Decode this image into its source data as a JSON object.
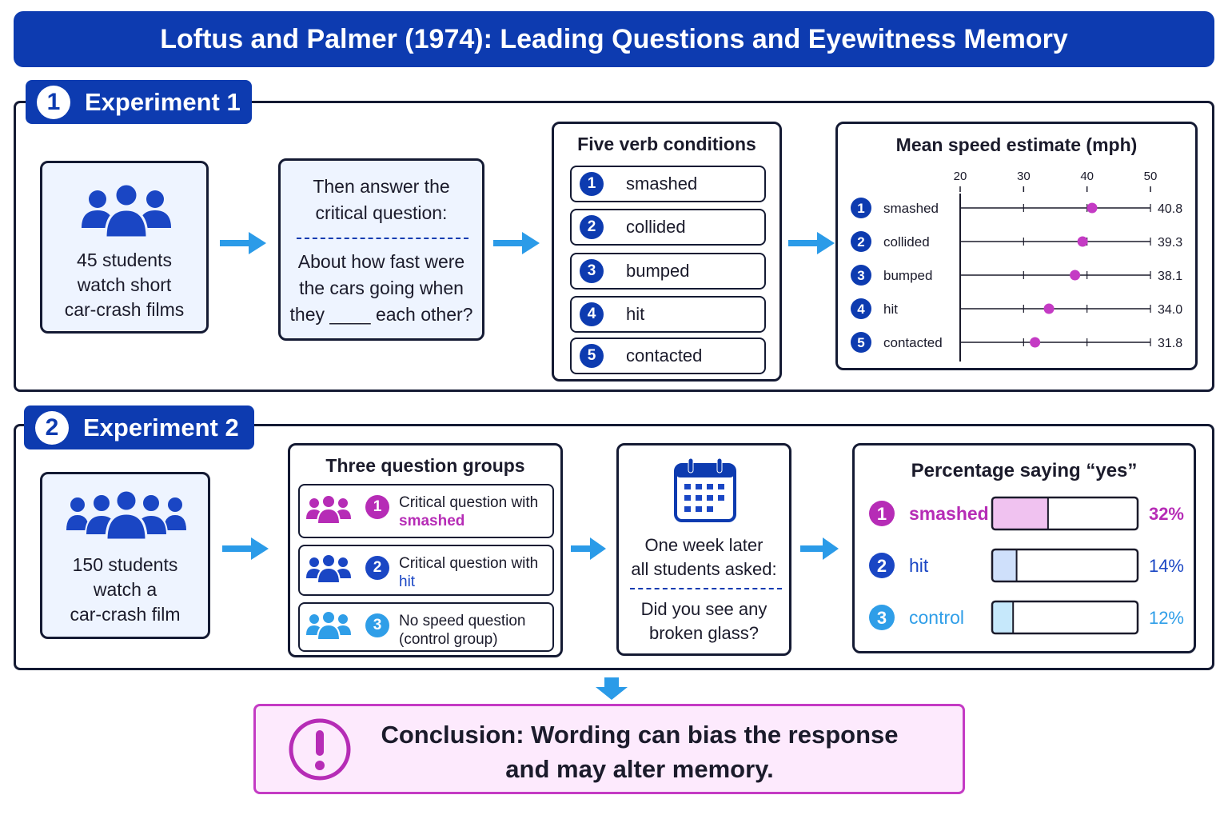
{
  "title": "Loftus and Palmer (1974): Leading Questions and Eyewitness Memory",
  "experiment1": {
    "label_num": "1",
    "label": "Experiment 1",
    "participants": [
      "45 students",
      "watch short",
      "car-crash films"
    ],
    "question_header": [
      "Then answer the",
      "critical question:"
    ],
    "question_text": [
      "About how fast were",
      "the cars going when",
      "they ____ each other?"
    ],
    "verbs_title": "Five verb conditions",
    "verbs": [
      {
        "num": "1",
        "label": "smashed"
      },
      {
        "num": "2",
        "label": "collided"
      },
      {
        "num": "3",
        "label": "bumped"
      },
      {
        "num": "4",
        "label": "hit"
      },
      {
        "num": "5",
        "label": "contacted"
      }
    ]
  },
  "experiment2": {
    "label_num": "2",
    "label": "Experiment 2",
    "participants": [
      "150 students",
      "watch a",
      "car-crash film"
    ],
    "groups_title": "Three question groups",
    "groups": [
      {
        "num": "1",
        "line1": "Critical question with",
        "line2": "smashed",
        "color": "#b62cb6",
        "icon": "users-icon"
      },
      {
        "num": "2",
        "line1": "Critical question with",
        "line2": "hit",
        "color": "#1a46c4",
        "icon": "users-icon"
      },
      {
        "num": "3",
        "line1": "No speed question",
        "line2": "(control group)",
        "color": "#2f9ee8",
        "icon": "users-icon"
      }
    ],
    "followup": {
      "icon": "calendar-icon",
      "line1": "One week later",
      "line2": "all students asked:",
      "question1": "Did you see any",
      "question2": "broken glass?"
    }
  },
  "conclusion": {
    "icon": "exclamation-icon",
    "line1": "Conclusion: Wording can bias the response",
    "line2": "and may alter memory."
  },
  "colors": {
    "navy": "#0d3bb0",
    "magenta": "#b62cb6",
    "blue": "#1a46c4",
    "lightblue": "#2f9ee8",
    "arrow": "#2b9be8"
  },
  "chart_data": [
    {
      "type": "scatter",
      "title": "Mean speed estimate (mph)",
      "categories": [
        "smashed",
        "collided",
        "bumped",
        "hit",
        "contacted"
      ],
      "category_numbers": [
        "1",
        "2",
        "3",
        "4",
        "5"
      ],
      "values": [
        40.8,
        39.3,
        38.1,
        34.0,
        31.8
      ],
      "value_labels": [
        "40.8",
        "39.3",
        "38.1",
        "34.0",
        "31.8"
      ],
      "xticks": [
        20,
        30,
        40,
        50
      ],
      "xlim": [
        20,
        50
      ],
      "grid": false,
      "point_color": "#c43bc4"
    },
    {
      "type": "bar",
      "orientation": "horizontal",
      "title": "Percentage saying “yes”",
      "categories": [
        "smashed",
        "hit",
        "control"
      ],
      "category_numbers": [
        "1",
        "2",
        "3"
      ],
      "values": [
        32,
        14,
        12
      ],
      "value_labels": [
        "32%",
        "14%",
        "12%"
      ],
      "xlim": [
        0,
        100
      ],
      "colors": [
        "#b62cb6",
        "#1a46c4",
        "#2f9ee8"
      ],
      "fill_colors": [
        "#f0c2f0",
        "#cfe0fb",
        "#c6e8fb"
      ]
    }
  ]
}
